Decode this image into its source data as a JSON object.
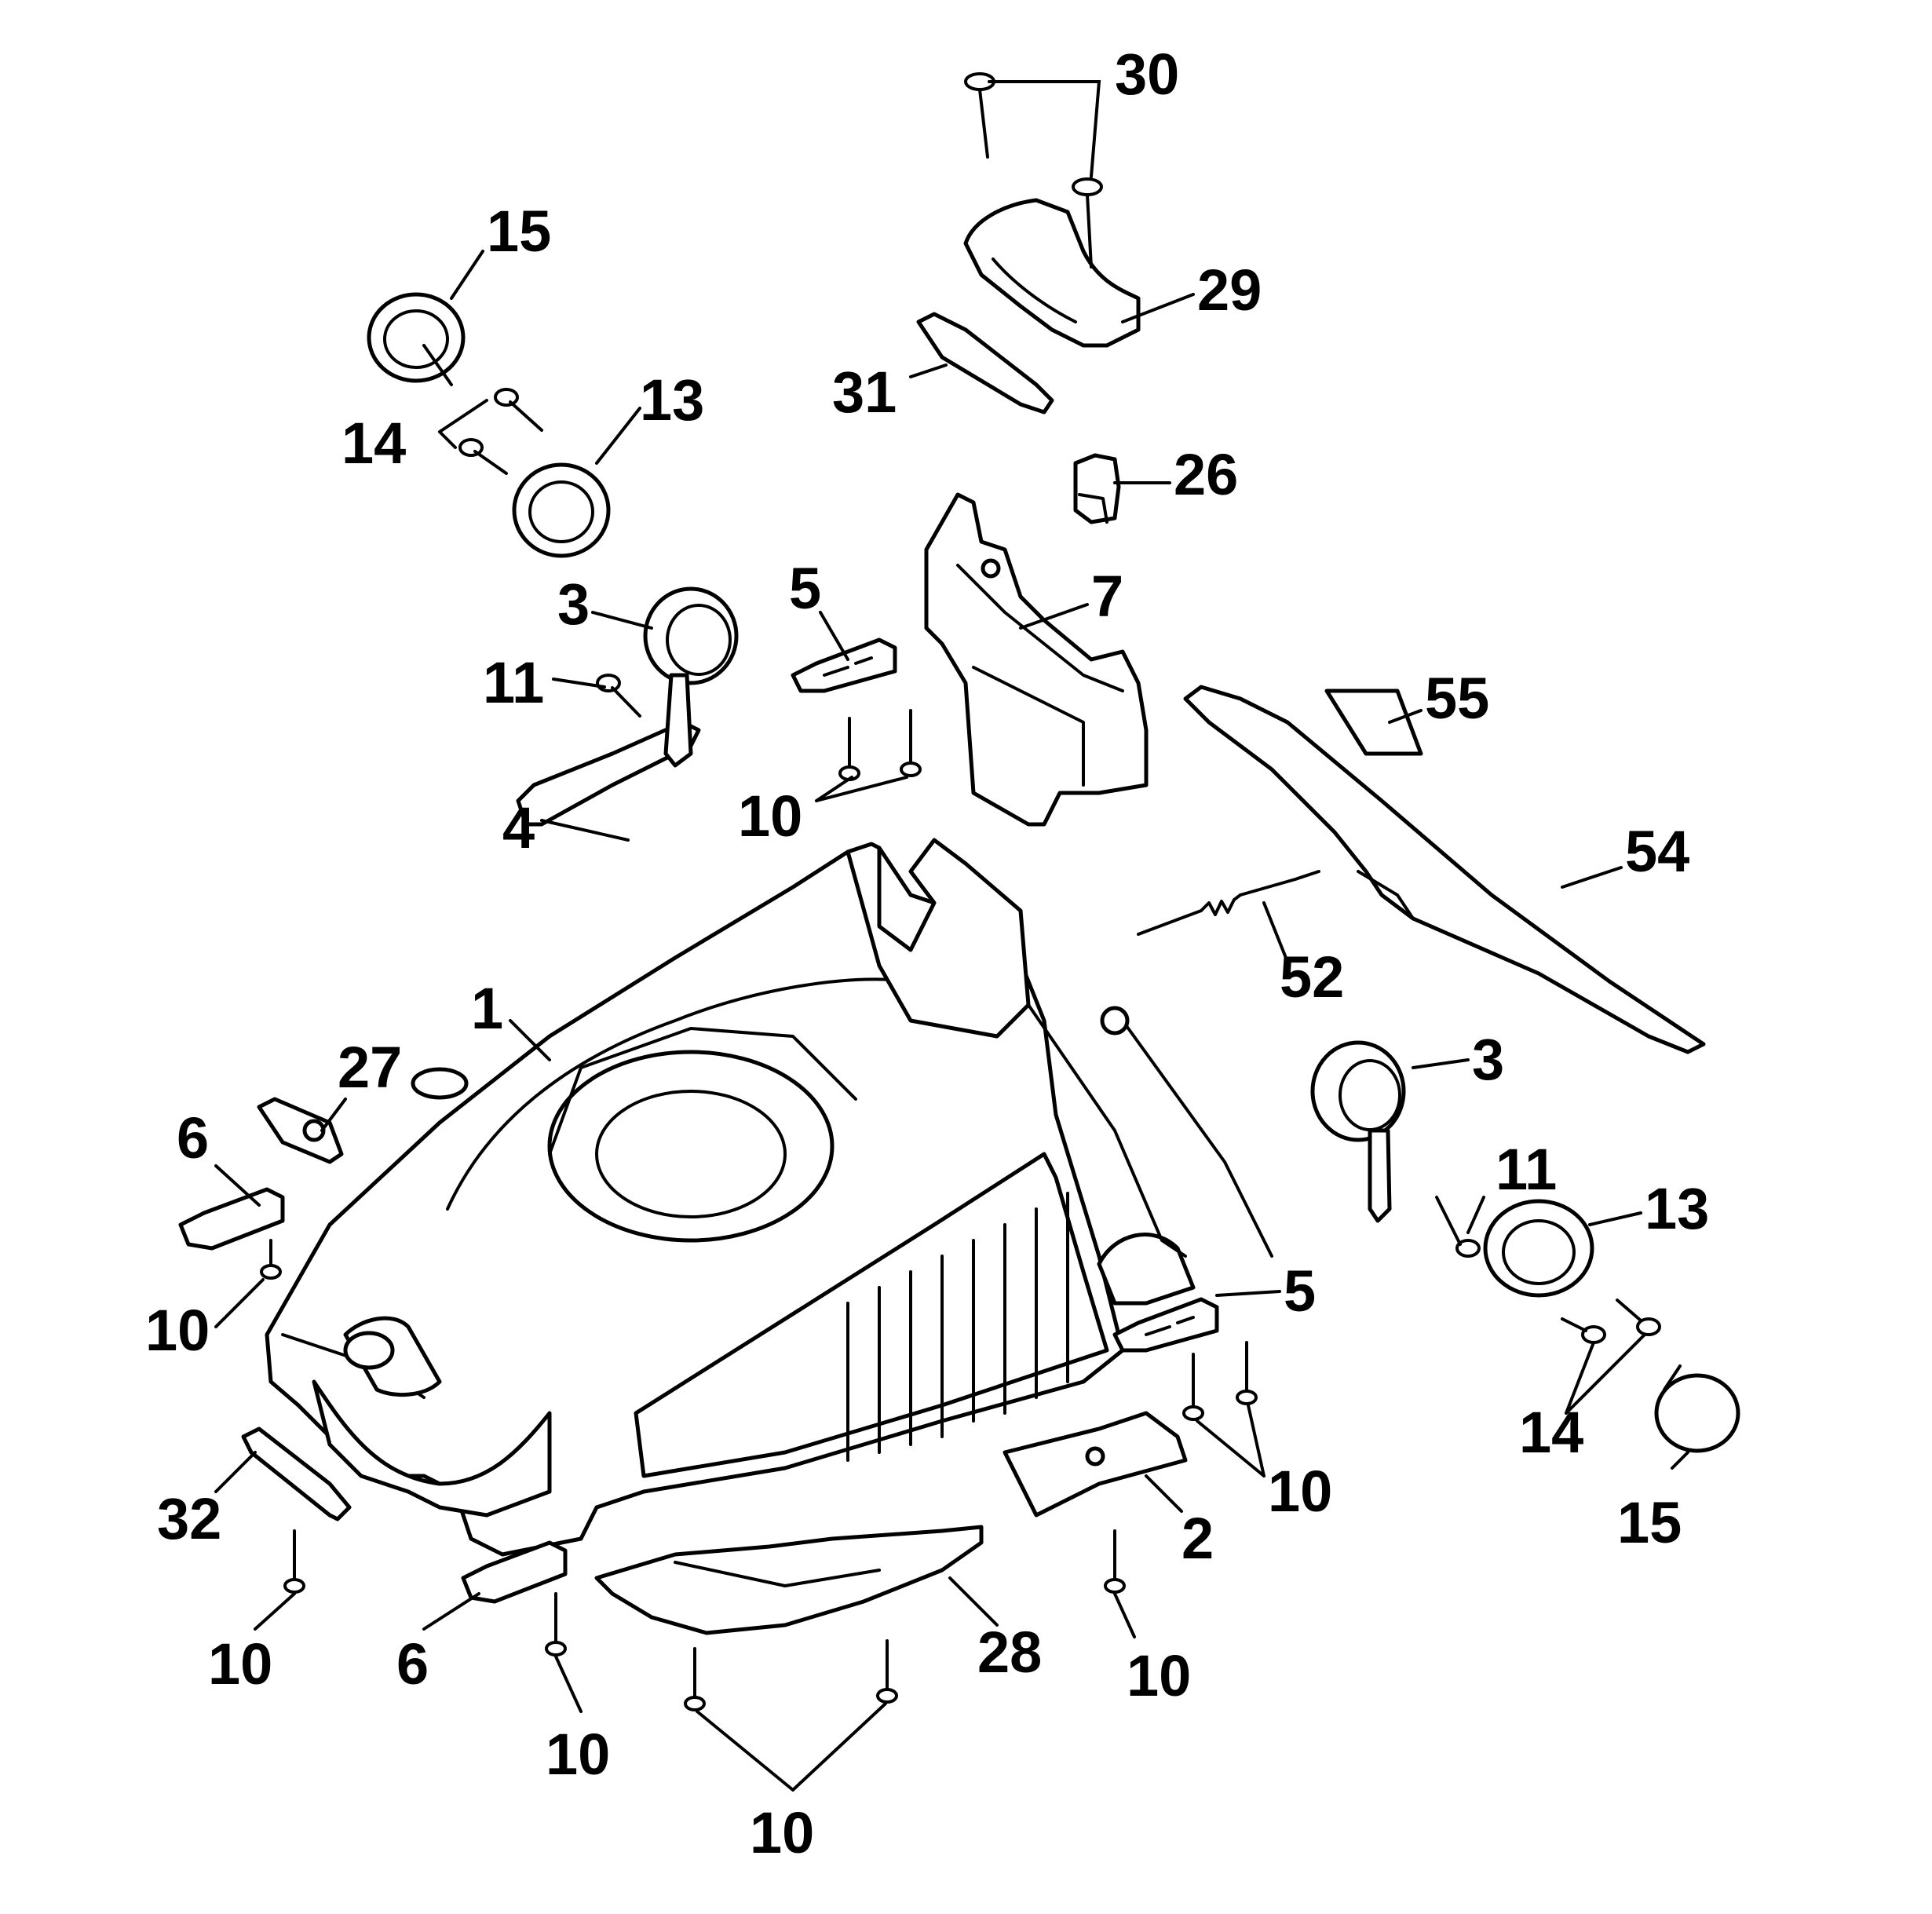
{
  "callouts": [
    {
      "id": "c30",
      "text": "30"
    },
    {
      "id": "c15a",
      "text": "15"
    },
    {
      "id": "c29",
      "text": "29"
    },
    {
      "id": "c13a",
      "text": "13"
    },
    {
      "id": "c31",
      "text": "31"
    },
    {
      "id": "c14a",
      "text": "14"
    },
    {
      "id": "c26",
      "text": "26"
    },
    {
      "id": "c3a",
      "text": "3"
    },
    {
      "id": "c5a",
      "text": "5"
    },
    {
      "id": "c7",
      "text": "7"
    },
    {
      "id": "c11a",
      "text": "11"
    },
    {
      "id": "c55",
      "text": "55"
    },
    {
      "id": "c10a",
      "text": "10"
    },
    {
      "id": "c4",
      "text": "4"
    },
    {
      "id": "c54",
      "text": "54"
    },
    {
      "id": "c52",
      "text": "52"
    },
    {
      "id": "c1",
      "text": "1"
    },
    {
      "id": "c27",
      "text": "27"
    },
    {
      "id": "c3b",
      "text": "3"
    },
    {
      "id": "c6a",
      "text": "6"
    },
    {
      "id": "c11b",
      "text": "11"
    },
    {
      "id": "c13b",
      "text": "13"
    },
    {
      "id": "c10b",
      "text": "10"
    },
    {
      "id": "c5b",
      "text": "5"
    },
    {
      "id": "c14b",
      "text": "14"
    },
    {
      "id": "c10c",
      "text": "10"
    },
    {
      "id": "c32",
      "text": "32"
    },
    {
      "id": "c2",
      "text": "2"
    },
    {
      "id": "c15b",
      "text": "15"
    },
    {
      "id": "c10d",
      "text": "10"
    },
    {
      "id": "c6b",
      "text": "6"
    },
    {
      "id": "c28",
      "text": "28"
    },
    {
      "id": "c10e",
      "text": "10"
    },
    {
      "id": "c10f",
      "text": "10"
    },
    {
      "id": "c10g",
      "text": "10"
    }
  ]
}
